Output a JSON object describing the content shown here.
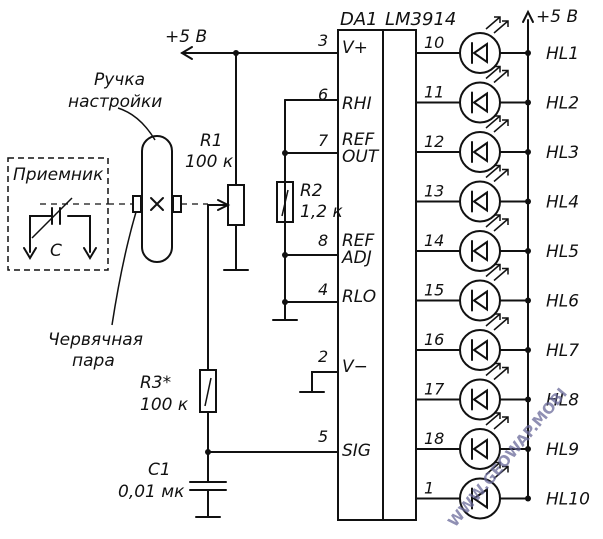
{
  "supply": {
    "left": "+5 В",
    "right": "+5 В"
  },
  "ic": {
    "name": "DA1",
    "part": "LM3914",
    "pins": [
      {
        "num": "3",
        "name": "V+"
      },
      {
        "num": "6",
        "name": "RHI"
      },
      {
        "num": "7",
        "name": "REF",
        "name2": "OUT"
      },
      {
        "num": "8",
        "name": "REF",
        "name2": "ADJ"
      },
      {
        "num": "4",
        "name": "RLO"
      },
      {
        "num": "2",
        "name": "V−"
      },
      {
        "num": "5",
        "name": "SIG"
      }
    ],
    "outputs": [
      "10",
      "11",
      "12",
      "13",
      "14",
      "15",
      "16",
      "17",
      "18",
      "1"
    ]
  },
  "leds": [
    "HL1",
    "HL2",
    "HL3",
    "HL4",
    "HL5",
    "HL6",
    "HL7",
    "HL8",
    "HL9",
    "HL10"
  ],
  "r1": {
    "name": "R1",
    "value": "100 к"
  },
  "r2": {
    "name": "R2",
    "value": "1,2 к"
  },
  "r3": {
    "name": "R3*",
    "value": "100 к"
  },
  "c1": {
    "name": "C1",
    "value": "0,01 мк"
  },
  "knob": {
    "line1": "Ручка",
    "line2": "настройки"
  },
  "worm": {
    "line1": "Червячная",
    "line2": "пара"
  },
  "receiver": {
    "title": "Приемник",
    "cap": "C"
  },
  "watermark": "WWW.GEOWAP.MOBI"
}
